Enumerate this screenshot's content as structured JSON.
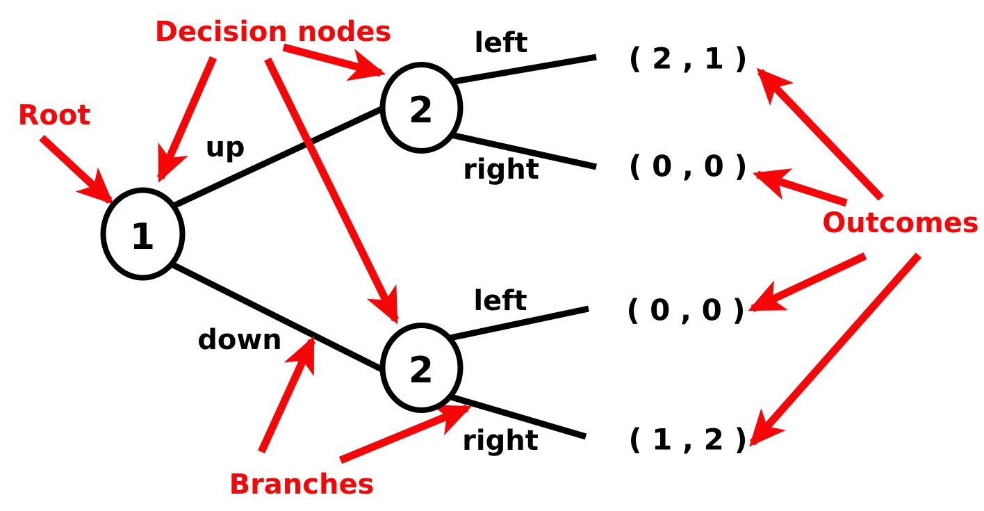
{
  "figure": {
    "type": "game-tree-diagram",
    "colors": {
      "annotation_red": "#f60606",
      "tree_black": "#000000",
      "node_fill": "#ffffff",
      "background": "#ffffff"
    },
    "annotations": {
      "root": "Root",
      "decision_nodes": "Decision nodes",
      "branches": "Branches",
      "outcomes": "Outcomes"
    },
    "tree": {
      "root_node": {
        "player": "1"
      },
      "upper_node": {
        "player": "2"
      },
      "lower_node": {
        "player": "2"
      },
      "branch_labels": {
        "up": "up",
        "down": "down",
        "upper_left": "left",
        "upper_right": "right",
        "lower_left": "left",
        "lower_right": "right"
      },
      "outcomes": {
        "up_left": "( 2 , 1 )",
        "up_right": "( 0 , 0 )",
        "down_left": "( 0 , 0 )",
        "down_right": "( 1 , 2 )"
      }
    }
  }
}
